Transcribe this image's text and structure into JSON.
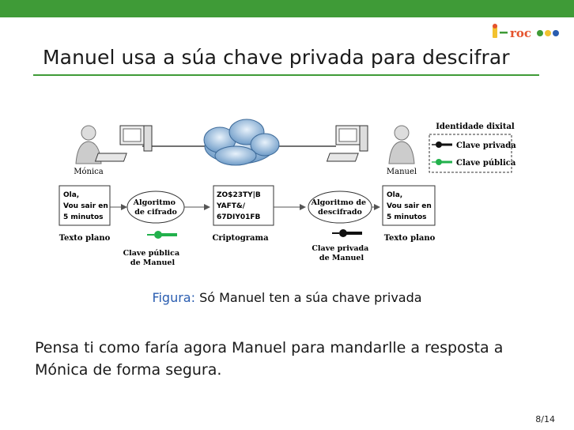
{
  "slide": {
    "title": "Manuel usa a súa chave privada para descifrar",
    "logo_text": "i-roc",
    "page_number": "8/14",
    "accent_color": "#3f9b37"
  },
  "figure": {
    "caption_prefix": "Figura:",
    "caption_text": "Só Manuel ten a súa chave privada",
    "sender_label": "Mónica",
    "receiver_label": "Manuel",
    "legend": {
      "title": "Identidade dixital",
      "private_label": "Clave privada",
      "public_label": "Clave pública",
      "private_color": "#111111",
      "public_color": "#22b14c"
    },
    "plaintext_lines": [
      "Ola,",
      "Vou sair en",
      "5 minutos"
    ],
    "plaintext_caption": "Texto plano",
    "encrypt_lines": [
      "Algoritmo",
      "de cifrado"
    ],
    "public_key_lines": [
      "Clave pública",
      "de Manuel"
    ],
    "ciphertext_lines": [
      "ZO$23TY|B",
      "YAFT&/",
      "67DIY01FB"
    ],
    "ciphertext_caption": "Criptograma",
    "decrypt_lines": [
      "Algoritmo de",
      "descifrado"
    ],
    "private_key_lines": [
      "Clave privada",
      "de Manuel"
    ],
    "output_lines": [
      "Ola,",
      "Vou sair en",
      "5 minutos"
    ],
    "output_caption": "Texto plano"
  },
  "body": {
    "paragraph": "Pensa ti como faría agora Manuel para mandarlle a resposta a Mónica de forma segura."
  }
}
